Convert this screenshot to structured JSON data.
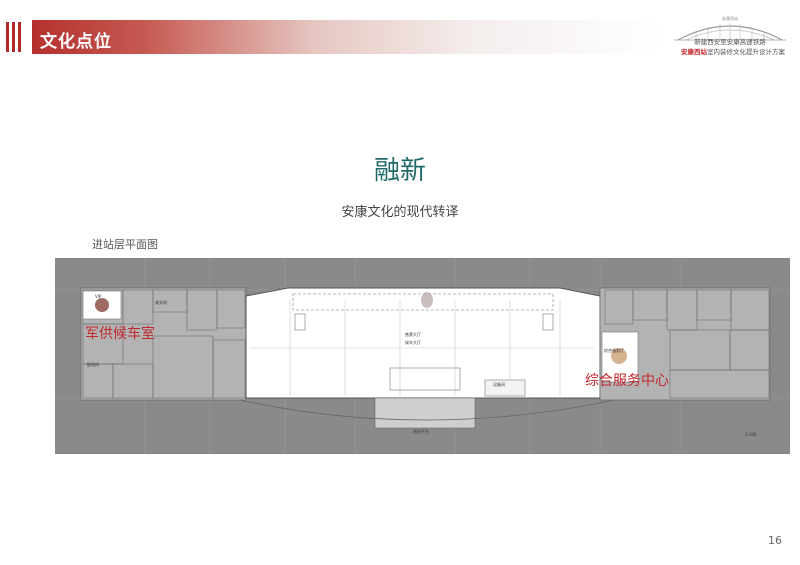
{
  "header": {
    "section_title": "文化点位",
    "logo_line1": "新建西安至安康高速铁路",
    "logo_highlight": "安康西站",
    "logo_line2_rest": "室内装修文化提升设计方案",
    "logo_mark": "安康西站",
    "accent_color": "#b4302e"
  },
  "content": {
    "title": "融新",
    "subtitle": "安康文化的现代转译",
    "plan_caption": "进站层平面图"
  },
  "floor_plan": {
    "label_left": "军供候车室",
    "label_right": "综合服务中心",
    "label_color": "#c0282d",
    "room_labels": [
      "售票大厅",
      "候车大厅",
      "进站平台",
      "综合服务厅",
      "VIP",
      "配电间",
      "乘务间",
      "设备间",
      "1:100"
    ]
  },
  "footer": {
    "page_number": "16"
  }
}
